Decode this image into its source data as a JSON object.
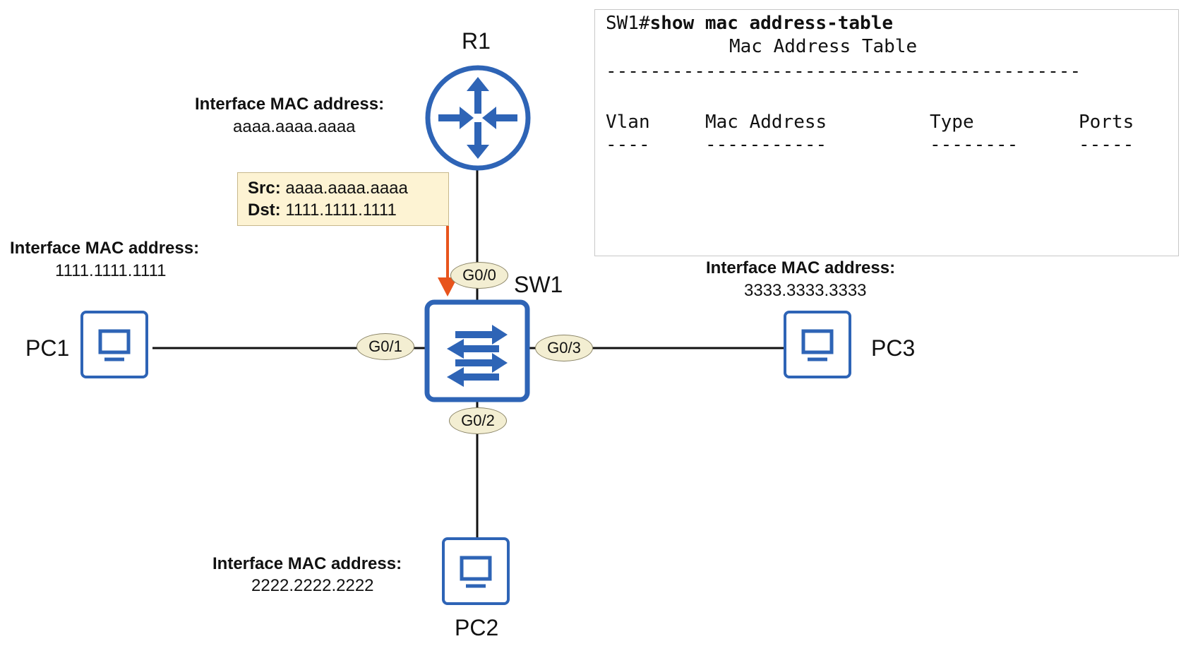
{
  "devices": {
    "r1": {
      "name": "R1",
      "mac_label": "Interface MAC address:",
      "mac": "aaaa.aaaa.aaaa"
    },
    "sw1": {
      "name": "SW1"
    },
    "pc1": {
      "name": "PC1",
      "mac_label": "Interface MAC address:",
      "mac": "1111.1111.1111"
    },
    "pc2": {
      "name": "PC2",
      "mac_label": "Interface MAC address:",
      "mac": "2222.2222.2222"
    },
    "pc3": {
      "name": "PC3",
      "mac_label": "Interface MAC address:",
      "mac": "3333.3333.3333"
    }
  },
  "ports": {
    "g00": "G0/0",
    "g01": "G0/1",
    "g02": "G0/2",
    "g03": "G0/3"
  },
  "frame": {
    "src_label": "Src:",
    "src": "aaaa.aaaa.aaaa",
    "dst_label": "Dst:",
    "dst": "1111.1111.1111"
  },
  "cli": {
    "prompt": "SW1#",
    "command": "show mac address-table",
    "title": "Mac Address Table",
    "separator": "-------------------------------------------",
    "columns": [
      "Vlan",
      "Mac Address",
      "Type",
      "Ports"
    ],
    "column_underlines": [
      "----",
      "-----------",
      "--------",
      "-----"
    ],
    "entries": []
  },
  "colors": {
    "device_blue": "#2e64b6",
    "arrow_orange": "#e8541c",
    "port_fill": "#f3eed2",
    "frame_fill": "#fdf3d3"
  }
}
